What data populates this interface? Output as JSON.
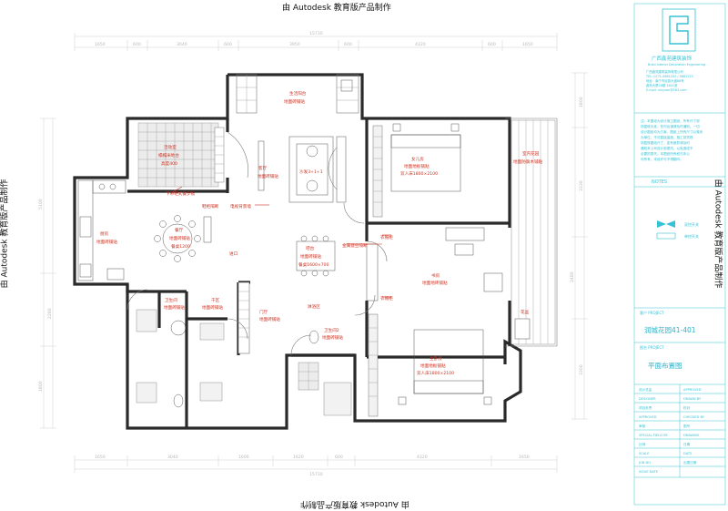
{
  "watermark": "由 Autodesk 教育版产品制作",
  "dimensions": {
    "top_total": "15730",
    "top_segments": [
      "1650",
      "600",
      "3040",
      "600",
      "3950",
      "600",
      "4320",
      "600",
      "1650"
    ],
    "bottom_total": "15730",
    "bottom_segments": [
      "1650",
      "3040",
      "1600",
      "1620",
      "600",
      "4320",
      "1650"
    ],
    "left": [
      "5100",
      "2280",
      "1800"
    ],
    "right": [
      "1800",
      "3330",
      "2480",
      "3300"
    ]
  },
  "rooms": {
    "balcony_service": [
      "生活阳台",
      "地面砖铺贴"
    ],
    "activity": [
      "活动室",
      "榻榻米地台",
      "高度400"
    ],
    "living": [
      "客厅",
      "地面砖铺贴"
    ],
    "sofa": "沙发3+1+1",
    "child": [
      "女儿房",
      "地面地板铺贴",
      "双人床1800×2100"
    ],
    "garden": [
      "室内花园",
      "地面防腐木铺贴"
    ],
    "kitchen": [
      "厨房",
      "地面砖铺贴"
    ],
    "dining": [
      "餐厅",
      "地面砖铺贴",
      "餐桌1200"
    ],
    "custom_desk": "下带柜式餐步板",
    "tv_wall": "电视背景墙",
    "shoe": "鞋柜隔断",
    "bar": [
      "吧台",
      "地面砖铺贴",
      "餐桌1600×700"
    ],
    "glass": "金属镂空隔断",
    "study": [
      "书房",
      "地面地砖铺贴"
    ],
    "bath1": [
      "卫生间",
      "地面砖铺贴"
    ],
    "laundry": [
      "干区",
      "地面砖铺贴"
    ],
    "entrance": [
      "门厅",
      "地面砖铺贴"
    ],
    "entry_mark": "进口",
    "shower": "淋浴区",
    "bath2": [
      "卫生间2",
      "地面砖铺贴"
    ],
    "master": [
      "主卧房",
      "地面地板铺贴",
      "双人床1800×2100"
    ],
    "wardrobe1": "衣帽柜",
    "wardrobe2": "衣帽柜",
    "planter": "花盆"
  },
  "title_block": {
    "company": "广西鑫苑建筑装饰",
    "company_en": "Build Interior Decoration Engineering",
    "info_lines": [
      "广西鑫苑建筑装饰有限公司",
      "TEL: 0771-5881222 / 5881223",
      "地址：南宁市民族大道88号",
      "鑫苑大厦18楼 1801室",
      "E-mail: xinyuan@163.com"
    ],
    "notes_body": [
      "注：本图纸为设计施工图纸，所有尺寸现",
      "场复核为准，任何出错请及时通知。一切",
      "设计图纸均为方案，图纸上所有尺寸以毫米",
      "为单位，不可直接量度。施工前须现",
      "场复核图纸尺寸，如有差异请及时",
      "通知本公司设计部更改，以免造成不",
      "必要的损失。本图纸所有权归本公",
      "司所有，未经许可不得翻印。"
    ],
    "notes_label": "NOTES",
    "legend": [
      {
        "label": "双控开关"
      },
      {
        "label": "单控开关"
      }
    ],
    "client_label": "客户 PROJECT",
    "project_name": "润城花园41-401",
    "drawing_label": "图名 PROJECT",
    "drawing_name": "平面布置图",
    "fields": [
      {
        "label": "设计总监",
        "value": "APPROVED"
      },
      {
        "label": "DESIGNER",
        "value": "DRAWN BY"
      },
      {
        "label": "项目负责",
        "value": "校对"
      },
      {
        "label": "APPROVED",
        "value": "CHECKED BY"
      },
      {
        "label": "审核",
        "value": "图号"
      },
      {
        "label": "SPECIAL FIELD BY",
        "value": "DRAWING"
      },
      {
        "label": "比例",
        "value": "日期"
      },
      {
        "label": "SCALE",
        "value": "DATE"
      },
      {
        "label": "JOB NO.",
        "value": "出图日期"
      },
      {
        "label": "ISSUE DATE",
        "value": ""
      }
    ]
  }
}
